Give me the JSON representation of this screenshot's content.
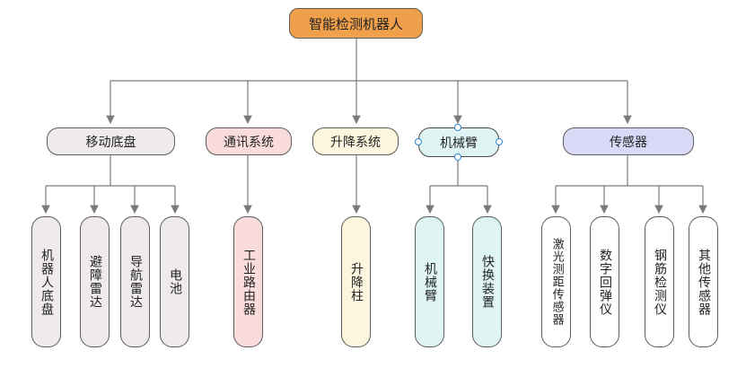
{
  "root": {
    "label": "智能检测机器人"
  },
  "branches": [
    {
      "label": "移动底盘",
      "children": [
        "机器人底盘",
        "避障雷达",
        "导航雷达",
        "电池"
      ]
    },
    {
      "label": "通讯系统",
      "children": [
        "工业路由器"
      ]
    },
    {
      "label": "升降系统",
      "children": [
        "升降柱"
      ]
    },
    {
      "label": "机械臂",
      "children": [
        "机械臂",
        "快换装置"
      ]
    },
    {
      "label": "传感器",
      "children": [
        "激光测距传感器",
        "数字回弹仪",
        "钢筋检测仪",
        "其他传感器"
      ]
    }
  ],
  "colors": {
    "line": "#7a7a7a",
    "root": "#f0a04b",
    "gray": "#efebeb",
    "pink": "#fbdcdc",
    "cream": "#fdf6de",
    "teal": "#def5f3",
    "lavender": "#d7d9f7",
    "handle": "#2f84d8"
  },
  "selected_node": "机械臂"
}
